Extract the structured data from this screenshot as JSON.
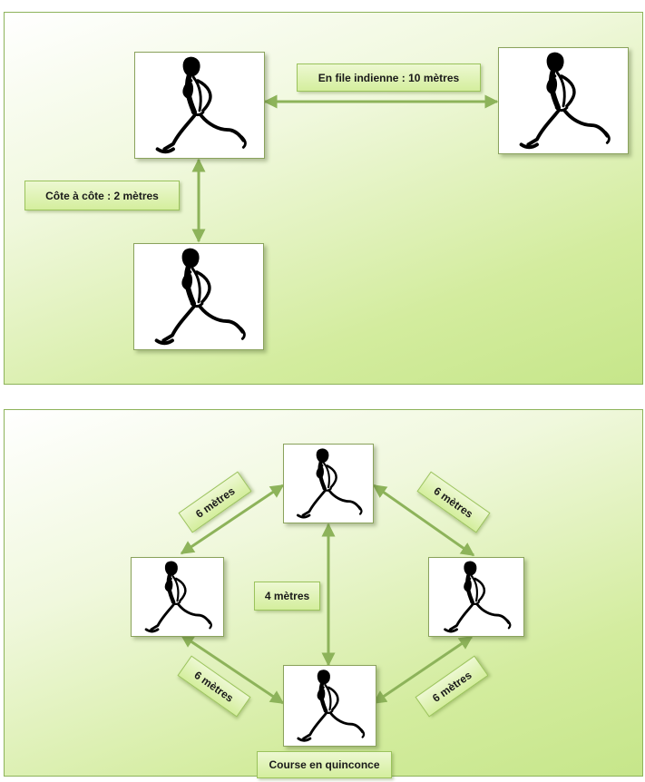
{
  "panel_top": {
    "label_single_file": "En file indienne : 10 mètres",
    "label_side_by_side": "Côte à côte : 2 mètres"
  },
  "panel_bottom": {
    "label_top_left": "6 mètres",
    "label_top_right": "6 mètres",
    "label_bottom_left": "6 mètres",
    "label_bottom_right": "6 mètres",
    "label_center": "4 mètres",
    "label_caption": "Course en quinconce"
  },
  "colors": {
    "panel_border": "#8db35a",
    "arrow": "#8db35a",
    "label_fill": "#d4ee9d"
  },
  "icons": [
    "runner-icon"
  ]
}
